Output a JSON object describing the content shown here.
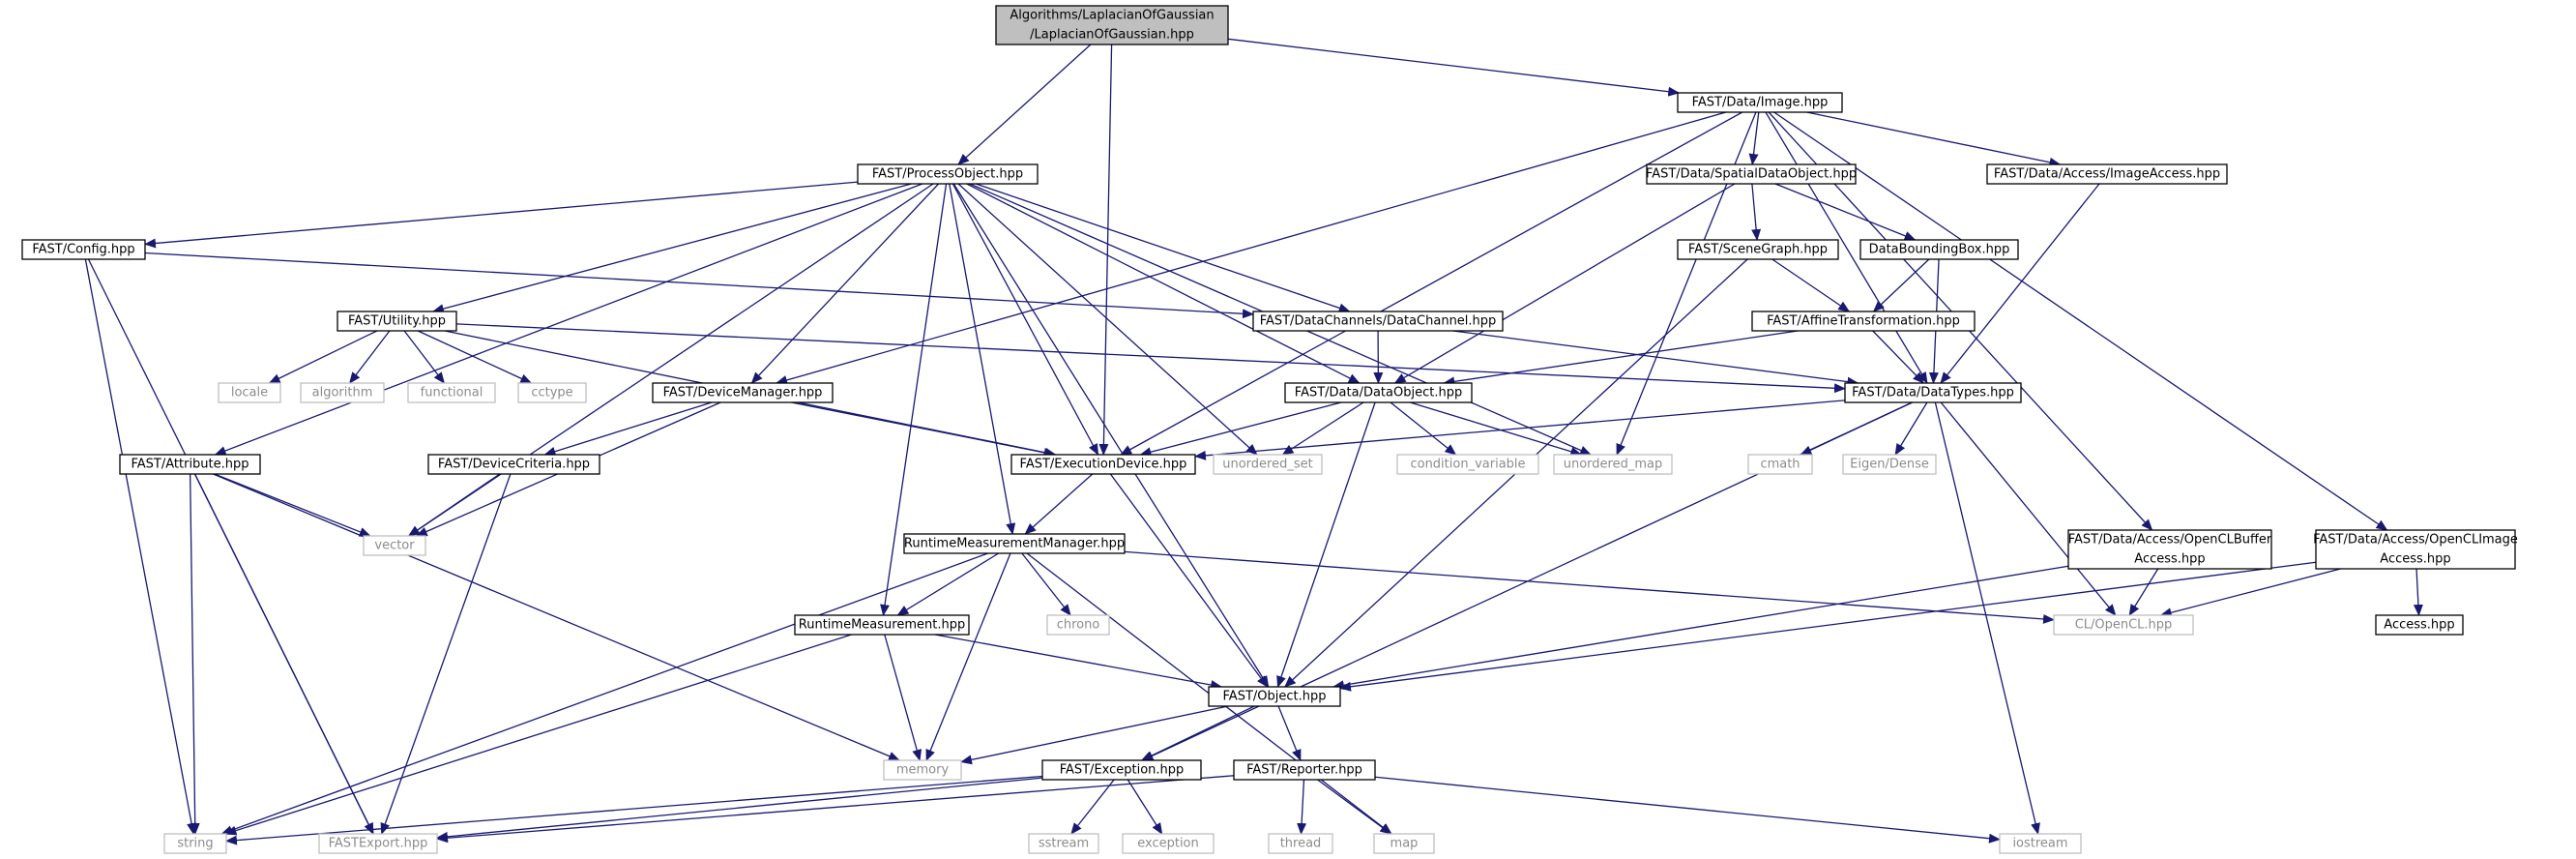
{
  "colors": {
    "edge": "#191970",
    "node_border": "#000000",
    "external_border": "#bfbfbf",
    "root_fill": "#bfbfbf",
    "node_fill": "#ffffff",
    "text": "#000000",
    "external_text": "#8c8c8c"
  },
  "nodes": [
    {
      "id": "root",
      "lines": [
        "Algorithms/LaplacianOfGaussian",
        "/LaplacianOfGaussian.hpp"
      ],
      "kind": "root"
    },
    {
      "id": "image",
      "lines": [
        "FAST/Data/Image.hpp"
      ],
      "kind": "internal"
    },
    {
      "id": "processobject",
      "lines": [
        "FAST/ProcessObject.hpp"
      ],
      "kind": "internal"
    },
    {
      "id": "spatialdataobject",
      "lines": [
        "FAST/Data/SpatialDataObject.hpp"
      ],
      "kind": "internal"
    },
    {
      "id": "imageaccess",
      "lines": [
        "FAST/Data/Access/ImageAccess.hpp"
      ],
      "kind": "internal"
    },
    {
      "id": "config",
      "lines": [
        "FAST/Config.hpp"
      ],
      "kind": "internal"
    },
    {
      "id": "scenegraph",
      "lines": [
        "FAST/SceneGraph.hpp"
      ],
      "kind": "internal"
    },
    {
      "id": "databoundingbox",
      "lines": [
        "DataBoundingBox.hpp"
      ],
      "kind": "internal"
    },
    {
      "id": "utility",
      "lines": [
        "FAST/Utility.hpp"
      ],
      "kind": "internal"
    },
    {
      "id": "datachannel",
      "lines": [
        "FAST/DataChannels/DataChannel.hpp"
      ],
      "kind": "internal"
    },
    {
      "id": "affine",
      "lines": [
        "FAST/AffineTransformation.hpp"
      ],
      "kind": "internal"
    },
    {
      "id": "locale",
      "lines": [
        "locale"
      ],
      "kind": "external"
    },
    {
      "id": "algorithm",
      "lines": [
        "algorithm"
      ],
      "kind": "external"
    },
    {
      "id": "functional",
      "lines": [
        "functional"
      ],
      "kind": "external"
    },
    {
      "id": "cctype",
      "lines": [
        "cctype"
      ],
      "kind": "external"
    },
    {
      "id": "devicemanager",
      "lines": [
        "FAST/DeviceManager.hpp"
      ],
      "kind": "internal"
    },
    {
      "id": "dataobject",
      "lines": [
        "FAST/Data/DataObject.hpp"
      ],
      "kind": "internal"
    },
    {
      "id": "datatypes",
      "lines": [
        "FAST/Data/DataTypes.hpp"
      ],
      "kind": "internal"
    },
    {
      "id": "attribute",
      "lines": [
        "FAST/Attribute.hpp"
      ],
      "kind": "internal"
    },
    {
      "id": "devicecriteria",
      "lines": [
        "FAST/DeviceCriteria.hpp"
      ],
      "kind": "internal"
    },
    {
      "id": "executiondevice",
      "lines": [
        "FAST/ExecutionDevice.hpp"
      ],
      "kind": "internal"
    },
    {
      "id": "unordered_set",
      "lines": [
        "unordered_set"
      ],
      "kind": "external"
    },
    {
      "id": "condition_variable",
      "lines": [
        "condition_variable"
      ],
      "kind": "external"
    },
    {
      "id": "unordered_map",
      "lines": [
        "unordered_map"
      ],
      "kind": "external"
    },
    {
      "id": "cmath",
      "lines": [
        "cmath"
      ],
      "kind": "external"
    },
    {
      "id": "eigen",
      "lines": [
        "Eigen/Dense"
      ],
      "kind": "external"
    },
    {
      "id": "vector",
      "lines": [
        "vector"
      ],
      "kind": "external"
    },
    {
      "id": "runtimemanager",
      "lines": [
        "RuntimeMeasurementManager.hpp"
      ],
      "kind": "internal"
    },
    {
      "id": "openclbuffer",
      "lines": [
        "FAST/Data/Access/OpenCLBuffer",
        "Access.hpp"
      ],
      "kind": "internal"
    },
    {
      "id": "openclimage",
      "lines": [
        "FAST/Data/Access/OpenCLImage",
        "Access.hpp"
      ],
      "kind": "internal"
    },
    {
      "id": "runtimemeasurement",
      "lines": [
        "RuntimeMeasurement.hpp"
      ],
      "kind": "internal"
    },
    {
      "id": "chrono",
      "lines": [
        "chrono"
      ],
      "kind": "external"
    },
    {
      "id": "opencl",
      "lines": [
        "CL/OpenCL.hpp"
      ],
      "kind": "external"
    },
    {
      "id": "access",
      "lines": [
        "Access.hpp"
      ],
      "kind": "internal"
    },
    {
      "id": "object",
      "lines": [
        "FAST/Object.hpp"
      ],
      "kind": "internal"
    },
    {
      "id": "memory",
      "lines": [
        "memory"
      ],
      "kind": "external"
    },
    {
      "id": "exception",
      "lines": [
        "FAST/Exception.hpp"
      ],
      "kind": "internal"
    },
    {
      "id": "reporter",
      "lines": [
        "FAST/Reporter.hpp"
      ],
      "kind": "internal"
    },
    {
      "id": "string",
      "lines": [
        "string"
      ],
      "kind": "external"
    },
    {
      "id": "fastexport",
      "lines": [
        "FASTExport.hpp"
      ],
      "kind": "external"
    },
    {
      "id": "sstream",
      "lines": [
        "sstream"
      ],
      "kind": "external"
    },
    {
      "id": "exception_std",
      "lines": [
        "exception"
      ],
      "kind": "external"
    },
    {
      "id": "thread",
      "lines": [
        "thread"
      ],
      "kind": "external"
    },
    {
      "id": "map",
      "lines": [
        "map"
      ],
      "kind": "external"
    },
    {
      "id": "iostream",
      "lines": [
        "iostream"
      ],
      "kind": "external"
    }
  ],
  "edges": [
    [
      "root",
      "processobject"
    ],
    [
      "root",
      "executiondevice"
    ],
    [
      "root",
      "image"
    ],
    [
      "image",
      "executiondevice"
    ],
    [
      "image",
      "spatialdataobject"
    ],
    [
      "image",
      "imageaccess"
    ],
    [
      "image",
      "datatypes"
    ],
    [
      "image",
      "unordered_map"
    ],
    [
      "image",
      "devicemanager"
    ],
    [
      "image",
      "openclbuffer"
    ],
    [
      "image",
      "openclimage"
    ],
    [
      "processobject",
      "config"
    ],
    [
      "processobject",
      "utility"
    ],
    [
      "processobject",
      "attribute"
    ],
    [
      "processobject",
      "vector"
    ],
    [
      "processobject",
      "devicemanager"
    ],
    [
      "processobject",
      "runtimemanager"
    ],
    [
      "processobject",
      "runtimemeasurement"
    ],
    [
      "processobject",
      "executiondevice"
    ],
    [
      "processobject",
      "object"
    ],
    [
      "processobject",
      "unordered_set"
    ],
    [
      "processobject",
      "dataobject"
    ],
    [
      "processobject",
      "datachannel"
    ],
    [
      "processobject",
      "unordered_map"
    ],
    [
      "spatialdataobject",
      "scenegraph"
    ],
    [
      "spatialdataobject",
      "databoundingbox"
    ],
    [
      "spatialdataobject",
      "dataobject"
    ],
    [
      "imageaccess",
      "datatypes"
    ],
    [
      "config",
      "string"
    ],
    [
      "config",
      "fastexport"
    ],
    [
      "config",
      "datachannel"
    ],
    [
      "scenegraph",
      "affine"
    ],
    [
      "scenegraph",
      "object"
    ],
    [
      "databoundingbox",
      "affine"
    ],
    [
      "databoundingbox",
      "datatypes"
    ],
    [
      "utility",
      "locale"
    ],
    [
      "utility",
      "algorithm"
    ],
    [
      "utility",
      "functional"
    ],
    [
      "utility",
      "cctype"
    ],
    [
      "utility",
      "executiondevice"
    ],
    [
      "utility",
      "datatypes"
    ],
    [
      "datachannel",
      "dataobject"
    ],
    [
      "datachannel",
      "datatypes"
    ],
    [
      "affine",
      "dataobject"
    ],
    [
      "affine",
      "datatypes"
    ],
    [
      "devicemanager",
      "devicecriteria"
    ],
    [
      "devicemanager",
      "vector"
    ],
    [
      "devicemanager",
      "executiondevice"
    ],
    [
      "dataobject",
      "executiondevice"
    ],
    [
      "dataobject",
      "unordered_set"
    ],
    [
      "dataobject",
      "condition_variable"
    ],
    [
      "dataobject",
      "unordered_map"
    ],
    [
      "dataobject",
      "object"
    ],
    [
      "datatypes",
      "executiondevice"
    ],
    [
      "datatypes",
      "cmath"
    ],
    [
      "datatypes",
      "eigen"
    ],
    [
      "datatypes",
      "opencl"
    ],
    [
      "datatypes",
      "exception"
    ],
    [
      "datatypes",
      "iostream"
    ],
    [
      "attribute",
      "vector"
    ],
    [
      "attribute",
      "string"
    ],
    [
      "attribute",
      "fastexport"
    ],
    [
      "attribute",
      "memory"
    ],
    [
      "devicecriteria",
      "vector"
    ],
    [
      "devicecriteria",
      "fastexport"
    ],
    [
      "executiondevice",
      "runtimemanager"
    ],
    [
      "executiondevice",
      "object"
    ],
    [
      "runtimemanager",
      "runtimemeasurement"
    ],
    [
      "runtimemanager",
      "chrono"
    ],
    [
      "runtimemanager",
      "opencl"
    ],
    [
      "runtimemanager",
      "memory"
    ],
    [
      "runtimemanager",
      "string"
    ],
    [
      "runtimemanager",
      "map"
    ],
    [
      "openclbuffer",
      "opencl"
    ],
    [
      "openclbuffer",
      "object"
    ],
    [
      "openclimage",
      "opencl"
    ],
    [
      "openclimage",
      "access"
    ],
    [
      "openclimage",
      "object"
    ],
    [
      "runtimemeasurement",
      "object"
    ],
    [
      "runtimemeasurement",
      "memory"
    ],
    [
      "runtimemeasurement",
      "string"
    ],
    [
      "object",
      "memory"
    ],
    [
      "object",
      "exception"
    ],
    [
      "object",
      "reporter"
    ],
    [
      "exception",
      "string"
    ],
    [
      "exception",
      "fastexport"
    ],
    [
      "exception",
      "sstream"
    ],
    [
      "exception",
      "exception_std"
    ],
    [
      "reporter",
      "fastexport"
    ],
    [
      "reporter",
      "thread"
    ],
    [
      "reporter",
      "map"
    ],
    [
      "reporter",
      "iostream"
    ]
  ]
}
